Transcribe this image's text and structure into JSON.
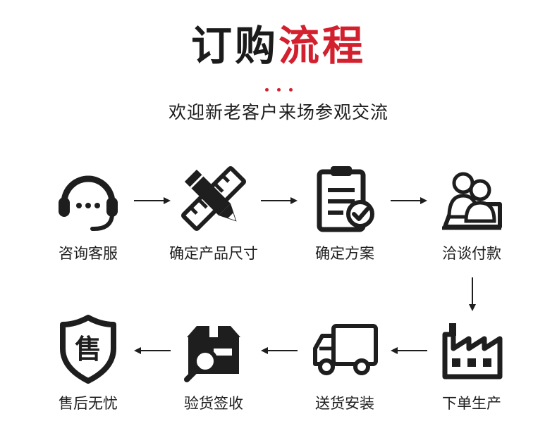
{
  "title": {
    "dark": "订购",
    "accent": "流程"
  },
  "subtitle": "欢迎新老客户来场参观交流",
  "colors": {
    "accent": "#d2202e",
    "icon": "#1e1e1e"
  },
  "steps": [
    {
      "label": "咨询客服",
      "icon": "headset-icon"
    },
    {
      "label": "确定产品尺寸",
      "icon": "pencil-ruler-icon"
    },
    {
      "label": "确定方案",
      "icon": "clipboard-check-icon"
    },
    {
      "label": "洽谈付款",
      "icon": "people-meeting-icon"
    },
    {
      "label": "下单生产",
      "icon": "factory-icon"
    },
    {
      "label": "送货安装",
      "icon": "truck-icon"
    },
    {
      "label": "验货签收",
      "icon": "package-inspect-icon"
    },
    {
      "label": "售后无忧",
      "icon": "shield-after-sale-icon"
    }
  ],
  "shield_char": "售"
}
